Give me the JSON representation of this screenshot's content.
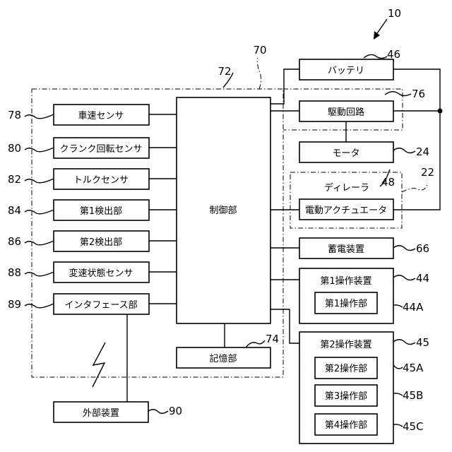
{
  "refs": {
    "r10": "10",
    "r70": "70",
    "r72": "72",
    "r46": "46",
    "r76": "76",
    "r24": "24",
    "r22": "22",
    "r48": "48",
    "r66": "66",
    "r44": "44",
    "r44a": "44A",
    "r45": "45",
    "r45a": "45A",
    "r45b": "45B",
    "r45c": "45C",
    "r74": "74",
    "r90": "90",
    "r78": "78",
    "r80": "80",
    "r82": "82",
    "r84": "84",
    "r86": "86",
    "r88": "88",
    "r89": "89"
  },
  "labels": {
    "vehicle_speed_sensor": "車速センサ",
    "crank_rotation_sensor": "クランク回転センサ",
    "torque_sensor": "トルクセンサ",
    "first_detector": "第1検出部",
    "second_detector": "第2検出部",
    "shift_state_sensor": "変速状態センサ",
    "interface": "インタフェース部",
    "external_device": "外部装置",
    "controller": "制御部",
    "memory": "記憶部",
    "battery": "バッテリ",
    "drive_circuit": "駆動回路",
    "motor": "モータ",
    "derailleur": "ディレーラ",
    "electric_actuator": "電動アクチュエータ",
    "power_storage": "蓄電装置",
    "first_operating_device": "第1操作装置",
    "first_operating_unit": "第1操作部",
    "second_operating_device": "第2操作装置",
    "second_operating_unit": "第2操作部",
    "third_operating_unit": "第3操作部",
    "fourth_operating_unit": "第4操作部"
  }
}
